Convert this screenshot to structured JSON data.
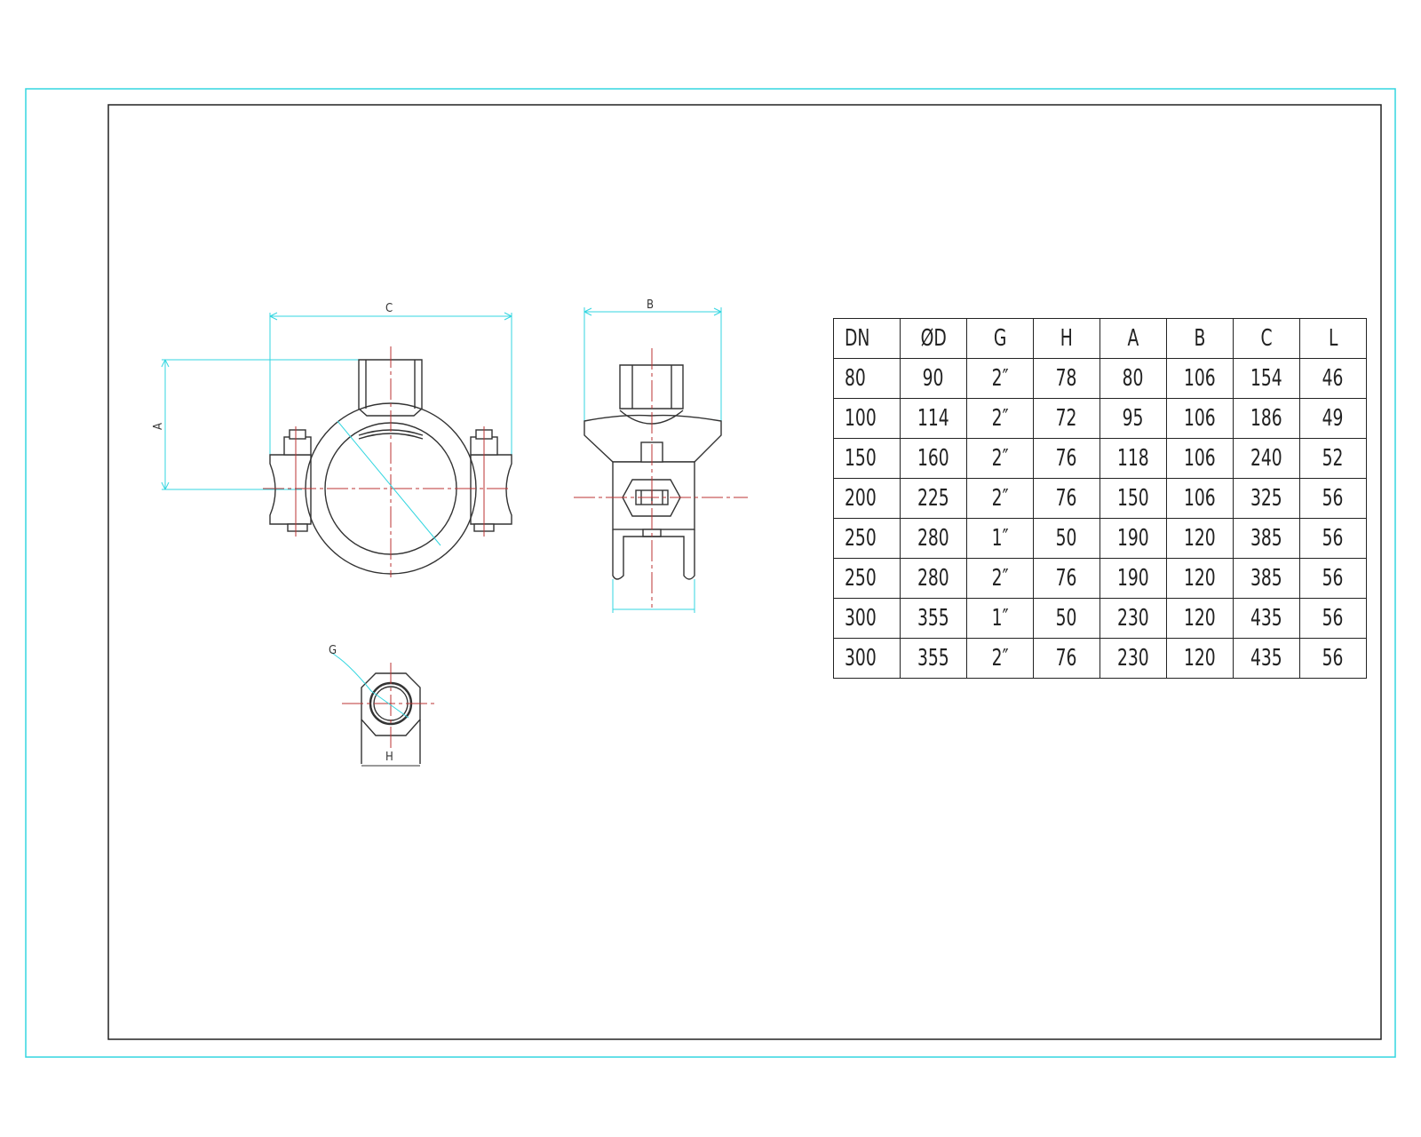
{
  "drawing": {
    "dim_labels": {
      "c": "C",
      "a": "A",
      "b": "B",
      "h": "H",
      "g": "G"
    }
  },
  "table": {
    "headers": [
      "DN",
      "ØD",
      "G",
      "H",
      "A",
      "B",
      "C",
      "L"
    ],
    "rows": [
      [
        "80",
        "90",
        "2″",
        "78",
        "80",
        "106",
        "154",
        "46"
      ],
      [
        "100",
        "114",
        "2″",
        "72",
        "95",
        "106",
        "186",
        "49"
      ],
      [
        "150",
        "160",
        "2″",
        "76",
        "118",
        "106",
        "240",
        "52"
      ],
      [
        "200",
        "225",
        "2″",
        "76",
        "150",
        "106",
        "325",
        "56"
      ],
      [
        "250",
        "280",
        "1″",
        "50",
        "190",
        "120",
        "385",
        "56"
      ],
      [
        "250",
        "280",
        "2″",
        "76",
        "190",
        "120",
        "385",
        "56"
      ],
      [
        "300",
        "355",
        "1″",
        "50",
        "230",
        "120",
        "435",
        "56"
      ],
      [
        "300",
        "355",
        "2″",
        "76",
        "230",
        "120",
        "435",
        "56"
      ]
    ]
  }
}
